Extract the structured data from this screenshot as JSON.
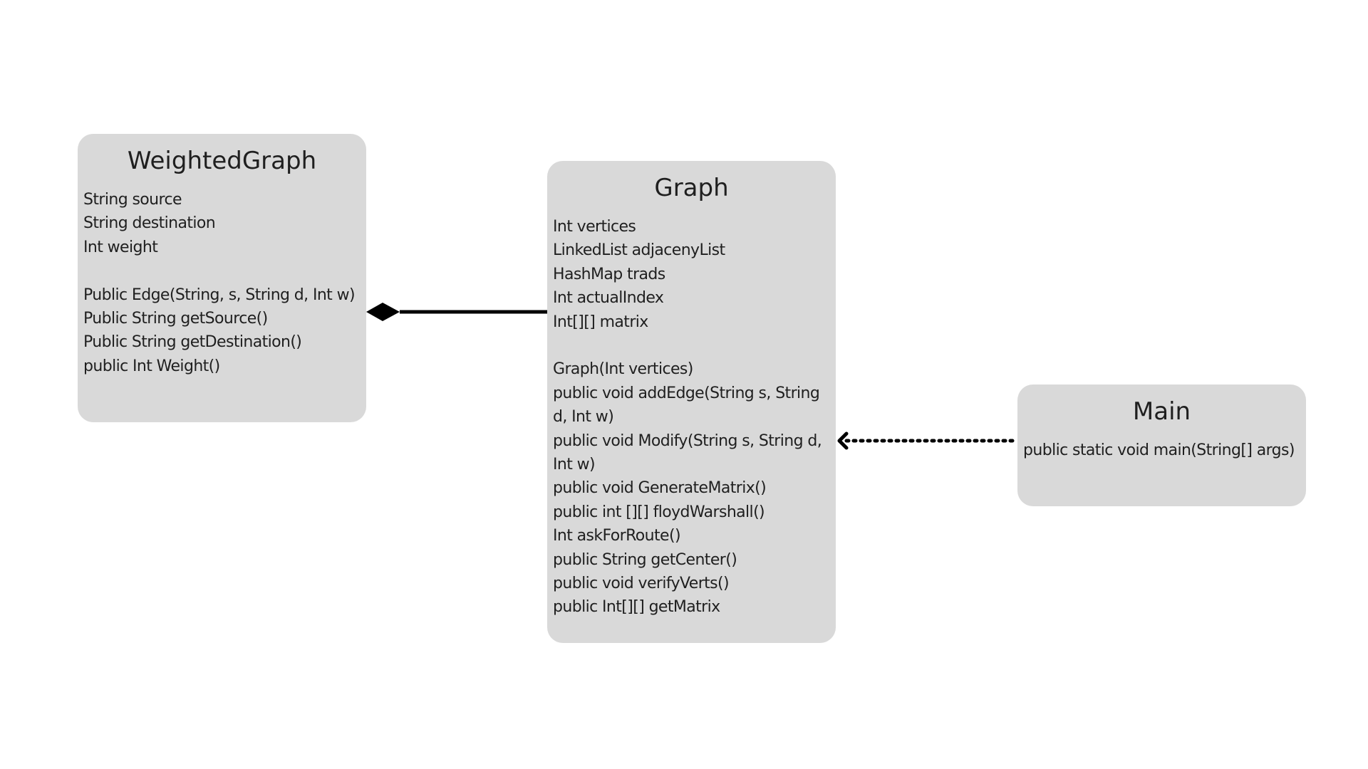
{
  "classes": {
    "weighted_graph": {
      "name": "WeightedGraph",
      "attributes": [
        "String source",
        "String destination",
        "Int weight"
      ],
      "methods": [
        "Public Edge(String, s, String d, Int w)",
        "Public String getSource()",
        "Public String getDestination()",
        "public Int Weight()"
      ]
    },
    "graph": {
      "name": "Graph",
      "attributes": [
        "Int vertices",
        "LinkedList adjacenyList",
        "HashMap trads",
        "Int actualIndex",
        "Int[][] matrix"
      ],
      "methods": [
        "Graph(Int vertices)",
        "public void addEdge(String s, String d, Int w)",
        "public void Modify(String s, String d, Int w)",
        "public void GenerateMatrix()",
        "public int [][] floydWarshall()",
        "Int askForRoute()",
        "public String getCenter()",
        "public void verifyVerts()",
        "public Int[][] getMatrix"
      ]
    },
    "main": {
      "name": "Main",
      "attributes": [],
      "methods": [
        "public static void main(String[] args)"
      ]
    }
  },
  "relationships": [
    {
      "type": "composition",
      "from": "Graph",
      "to": "WeightedGraph"
    },
    {
      "type": "dependency",
      "from": "Main",
      "to": "Graph"
    }
  ],
  "colors": {
    "box_fill": "#d9d9d9",
    "line": "#000000",
    "text": "#1f1f1f",
    "background": "#ffffff"
  }
}
